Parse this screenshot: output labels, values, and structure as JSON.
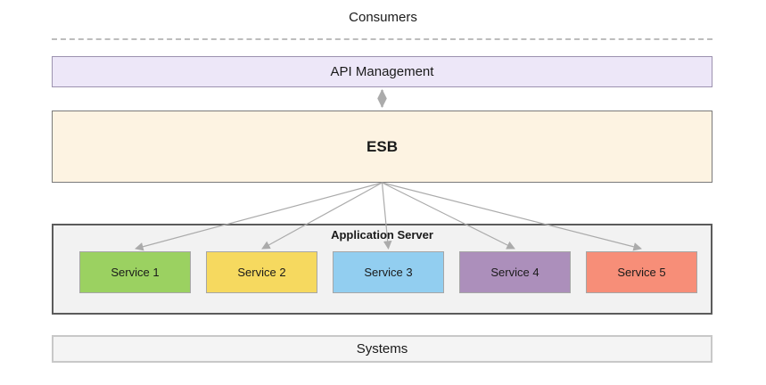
{
  "diagram": {
    "consumers_label": "Consumers",
    "api_management": {
      "label": "API Management",
      "fill": "#ede7f8",
      "border": "#9c92af"
    },
    "esb": {
      "label": "ESB",
      "fill": "#fdf3e2",
      "border": "#7a7a7a"
    },
    "application_server": {
      "label": "Application Server",
      "fill": "#f2f2f2",
      "border": "#5b5b5b"
    },
    "services": [
      {
        "label": "Service 1",
        "fill": "#9bd161"
      },
      {
        "label": "Service 2",
        "fill": "#f6d95f"
      },
      {
        "label": "Service 3",
        "fill": "#92cef0"
      },
      {
        "label": "Service 4",
        "fill": "#ac8fbb"
      },
      {
        "label": "Service 5",
        "fill": "#f78e78"
      }
    ],
    "systems": {
      "label": "Systems",
      "fill": "#f4f4f4",
      "border": "#c8c8c8"
    },
    "arrow_color": "#ababab",
    "dashed_line_color": "#bdbdbd",
    "text_color": "#1a1a1a"
  }
}
